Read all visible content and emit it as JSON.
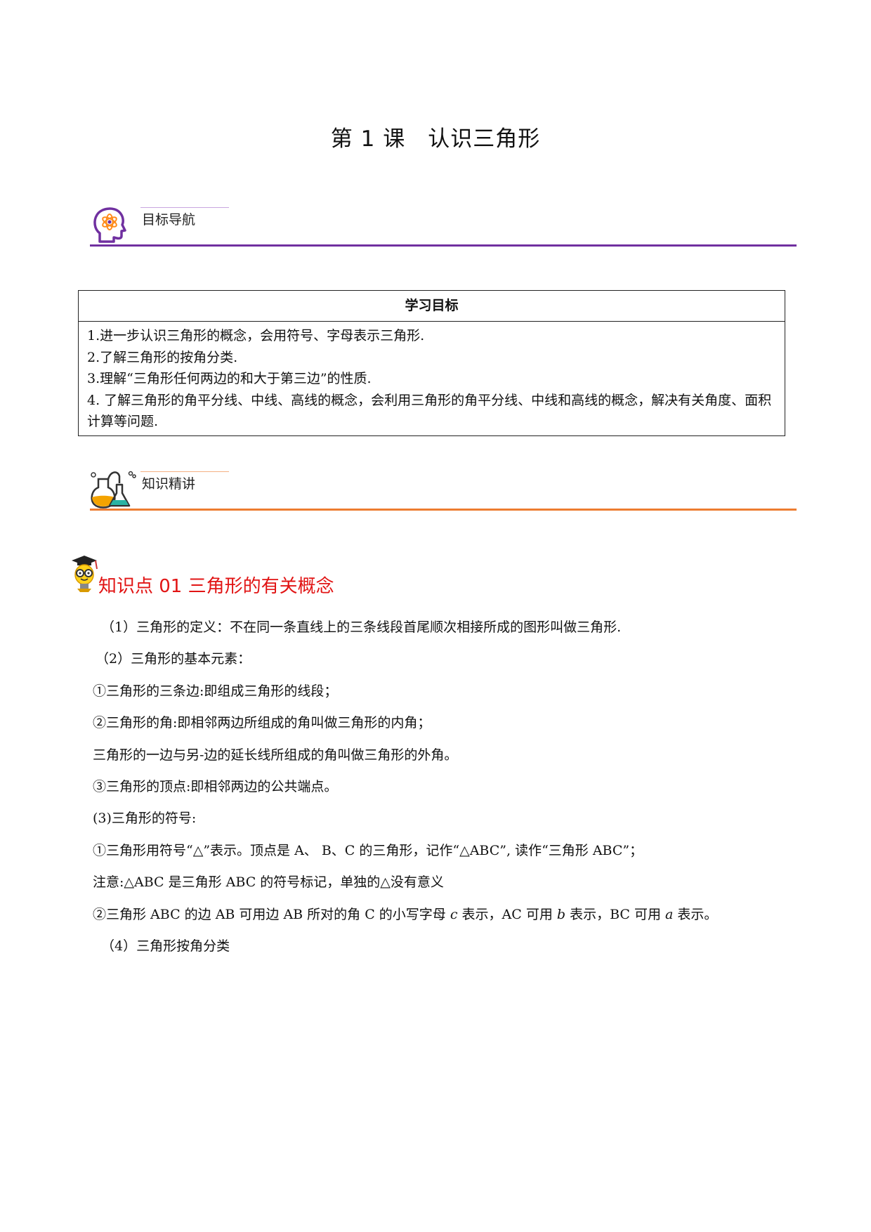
{
  "page_title": "第 1 课　认识三角形",
  "section1": {
    "label": "目标导航",
    "icon": "brain-atom-icon",
    "accent": "#7030a0"
  },
  "goals": {
    "header": "学习目标",
    "items": [
      "1.进一步认识三角形的概念，会用符号、字母表示三角形.",
      "2.了解三角形的按角分类.",
      "3.理解“三角形任何两边的和大于第三边”的性质.",
      "4. 了解三角形的角平分线、中线、高线的概念，会利用三角形的角平分线、中线和高线的概念，解决有关角度、面积计算等问题."
    ]
  },
  "section2": {
    "label": "知识精讲",
    "icon": "lab-flask-icon",
    "accent": "#ed7d31"
  },
  "knowledge_point": {
    "title": "知识点 01  三角形的有关概念",
    "icon": "graduate-bulb-icon",
    "color": "#e11414"
  },
  "content": {
    "l1": "（1）三角形的定义：不在同一条直线上的三条线段首尾顺次相接所成的图形叫做三角形.",
    "l2": "（2）三角形的基本元素：",
    "l3": "①三角形的三条边:即组成三角形的线段；",
    "l4": "②三角形的角:即相邻两边所组成的角叫做三角形的内角；",
    "l5": "三角形的一边与另-边的延长线所组成的角叫做三角形的外角。",
    "l6": "③三角形的顶点:即相邻两边的公共端点。",
    "l7": "(3)三角形的符号:",
    "l8": "①三角形用符号“△”表示。顶点是 A、  B、C 的三角形，记作“△ABC”, 读作“三角形 ABC”；",
    "l9": "注意:△ABC 是三角形 ABC 的符号标记，单独的△没有意义",
    "l10": {
      "a": "②三角形  ABC 的边 AB 可用边 AB 所对的角 C 的小写字母 ",
      "b": "c",
      "c": " 表示，AC 可用 ",
      "d": "b",
      "e": " 表示，BC 可用 ",
      "f": "a",
      "g": " 表示。"
    },
    "l11": "（4）三角形按角分类"
  }
}
